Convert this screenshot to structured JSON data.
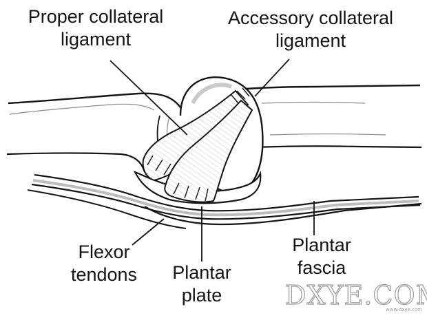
{
  "diagram": {
    "labels": {
      "proper_collateral": [
        "Proper collateral",
        "ligament"
      ],
      "accessory_collateral": [
        "Accessory collateral",
        "ligament"
      ],
      "flexor_tendons": [
        "Flexor",
        "tendons"
      ],
      "plantar_plate": [
        "Plantar",
        "plate"
      ],
      "plantar_fascia": [
        "Plantar",
        "fascia"
      ]
    },
    "watermark": {
      "text": "DXYE.COM",
      "subtext": "www.dxye.com"
    },
    "colors": {
      "ink": "#141414",
      "background": "#ffffff",
      "shade": "#d9d9d9",
      "watermark": "#9a9a9a"
    }
  }
}
